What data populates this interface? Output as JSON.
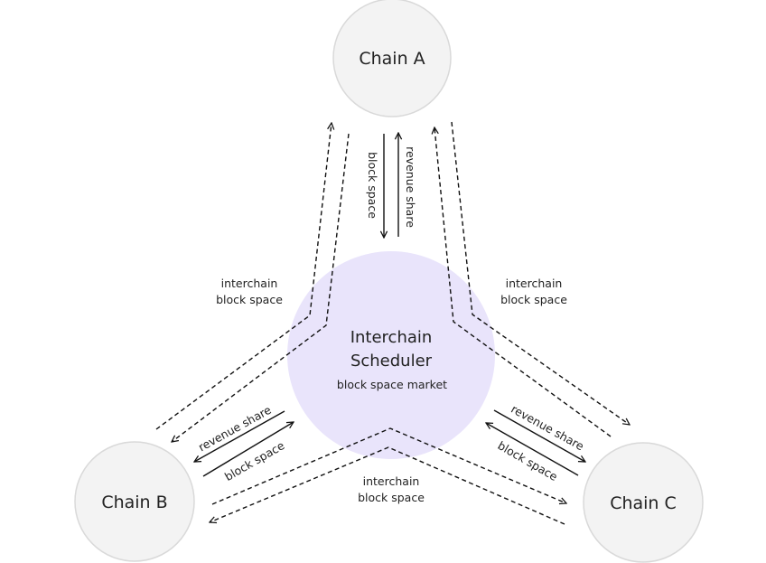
{
  "colors": {
    "chain_fill": "#f3f3f3",
    "chain_stroke": "#d9d9d9",
    "scheduler_fill": "#e9e4fb",
    "line": "#111111",
    "text": "#222222"
  },
  "nodes": {
    "chain_a": {
      "label": "Chain A"
    },
    "chain_b": {
      "label": "Chain B"
    },
    "chain_c": {
      "label": "Chain C"
    },
    "scheduler": {
      "title_line1": "Interchain",
      "title_line2": "Scheduler",
      "subtitle": "block space market"
    }
  },
  "edges": {
    "a_block_space": "block space",
    "a_revenue_share": "revenue share",
    "b_revenue_share": "revenue share",
    "b_block_space": "block space",
    "c_revenue_share": "revenue share",
    "c_block_space": "block space",
    "interchain_ab": {
      "line1": "interchain",
      "line2": "block space"
    },
    "interchain_ac": {
      "line1": "interchain",
      "line2": "block space"
    },
    "interchain_bc": {
      "line1": "interchain",
      "line2": "block space"
    }
  }
}
